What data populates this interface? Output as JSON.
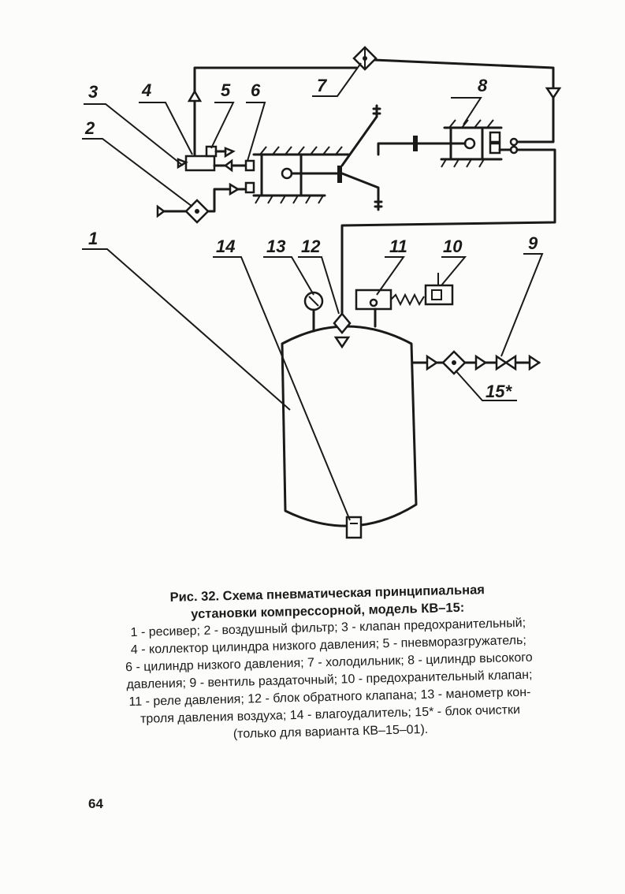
{
  "figure": {
    "labels": {
      "l1": "1",
      "l2": "2",
      "l3": "3",
      "l4": "4",
      "l5": "5",
      "l6": "6",
      "l7": "7",
      "l8": "8",
      "l9": "9",
      "l10": "10",
      "l11": "11",
      "l12": "12",
      "l13": "13",
      "l14": "14",
      "l15": "15*"
    }
  },
  "caption": {
    "title_line1": "Рис. 32. Схема пневматическая принципиальная",
    "title_line2": "установки компрессорной, модель КВ–15:",
    "legend_lines": [
      "1 - ресивер; 2 - воздушный фильтр; 3 - клапан предохранительный;",
      "4 - коллектор цилиндра низкого давления; 5 - пневморазгружатель;",
      "6 - цилиндр низкого давления; 7 - холодильник; 8 - цилиндр высокого",
      "давления; 9 - вентиль раздаточный; 10 - предохранительный клапан;",
      "11 - реле давления; 12 - блок обратного клапана; 13 - манометр кон-",
      "троля давления воздуха; 14 - влагоудалитель; 15* - блок очистки",
      "(только для варианта КВ–15–01)."
    ]
  },
  "page_number": "64"
}
